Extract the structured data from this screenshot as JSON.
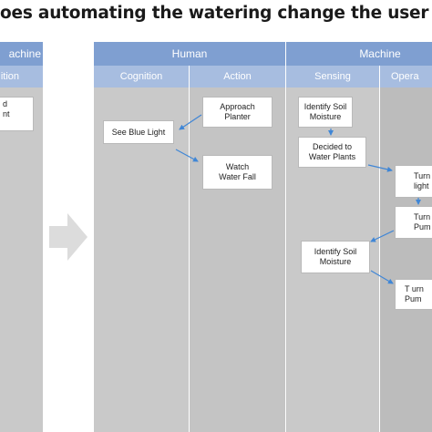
{
  "title": "oes automating the watering change the user intera",
  "left_panel": {
    "header": "achine",
    "subheader": "ition",
    "box_lines": [
      "d",
      "nt"
    ]
  },
  "human": {
    "header": "Human",
    "cognition": "Cognition",
    "action": "Action"
  },
  "machine": {
    "header": "Machine",
    "sensing": "Sensing",
    "operation": "Opera"
  },
  "boxes": {
    "approach_planter": "Approach Planter",
    "see_blue_light": "See Blue Light",
    "watch_water_fall": "Watch Water Fall",
    "identify_soil_moisture_1": "Identify Soil Moisture",
    "decided_to_water": "Decided to Water Plants",
    "turn_light": "Turn light",
    "turn_pump": "Turn Pum",
    "identify_soil_moisture_2": "Identify Soil Moisture",
    "turn_pump_off": "T urn Pum"
  },
  "colors": {
    "header": "#7f9fd1",
    "subheader": "#a7bde0",
    "panel": "#c9c9c9",
    "column_dark": "#bcbcbc",
    "arrow": "#3f86d6",
    "transition_arrow": "#dcdcdc"
  },
  "icons": {
    "transition": "right-arrow-icon"
  }
}
